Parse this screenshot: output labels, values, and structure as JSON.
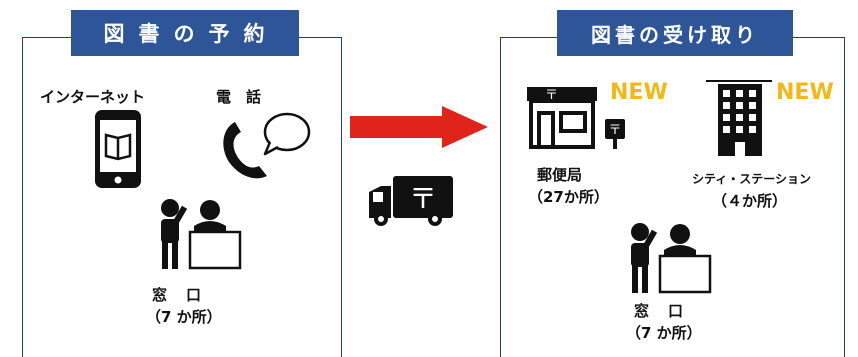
{
  "left_panel": {
    "title": "図書の予約",
    "methods": [
      {
        "label": "インターネット",
        "icon": "smartphone-icon"
      },
      {
        "label": "電　話",
        "icon": "phone-speech-icon"
      }
    ],
    "counter": {
      "label": "窓　口",
      "count": "（7 か所）",
      "icon": "counter-service-icon"
    }
  },
  "arrow": {
    "color": "#e0231b",
    "icon": "delivery-truck-icon"
  },
  "right_panel": {
    "title": "図書の受け取り",
    "post_office": {
      "label": "郵便局",
      "count": "（27か所）",
      "new": "NEW",
      "icon": "post-office-icon"
    },
    "city_station": {
      "label": "シティ・ステーション",
      "count": "（４か所）",
      "new": "NEW",
      "icon": "building-icon"
    },
    "counter": {
      "label": "窓　口",
      "count": "（7 か所）",
      "icon": "counter-service-icon"
    }
  },
  "colors": {
    "title_bg": "#2e5597",
    "border": "#1f3f77",
    "new": "#f2b818",
    "arrow": "#e0231b"
  }
}
